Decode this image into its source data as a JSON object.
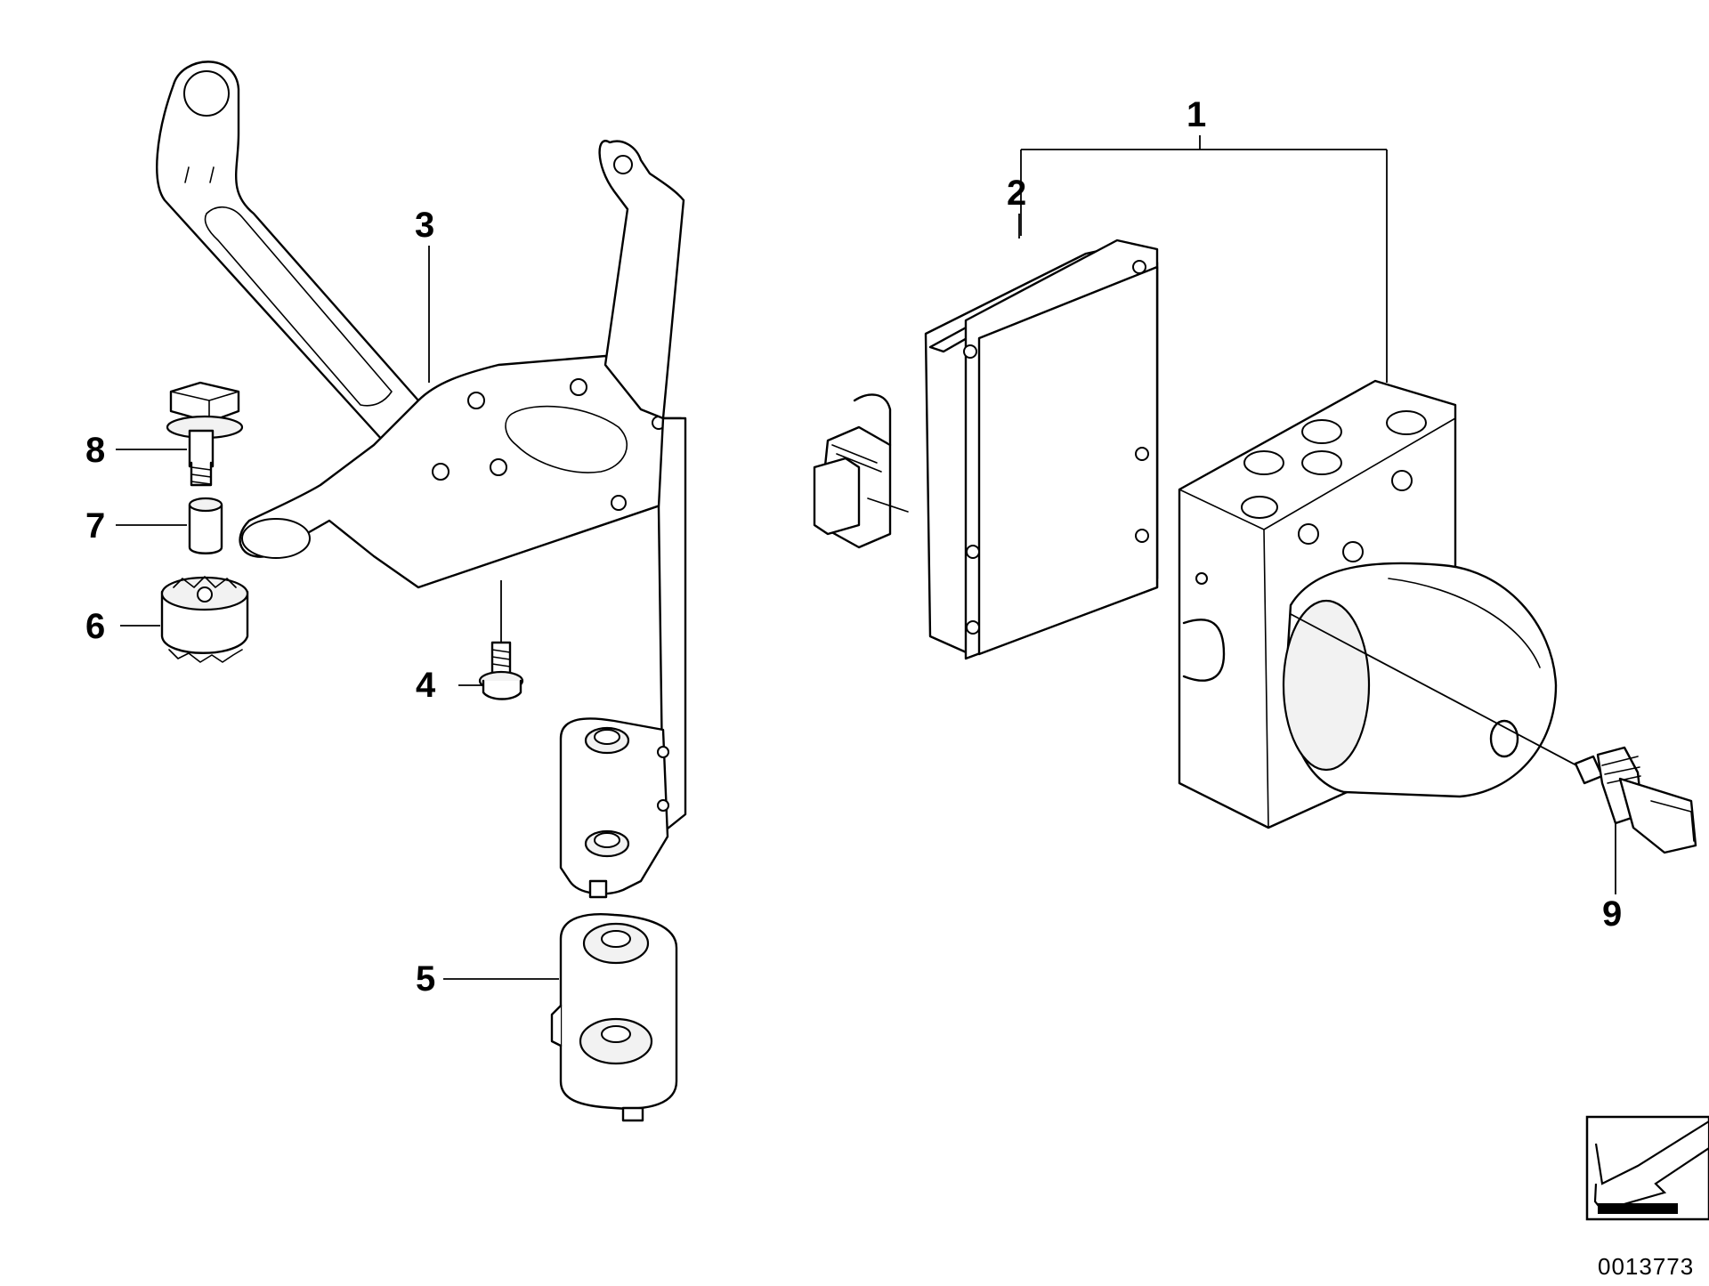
{
  "diagram": {
    "callouts": [
      "1",
      "2",
      "3",
      "4",
      "5",
      "6",
      "7",
      "8",
      "9"
    ],
    "reference_number": "0013773"
  }
}
